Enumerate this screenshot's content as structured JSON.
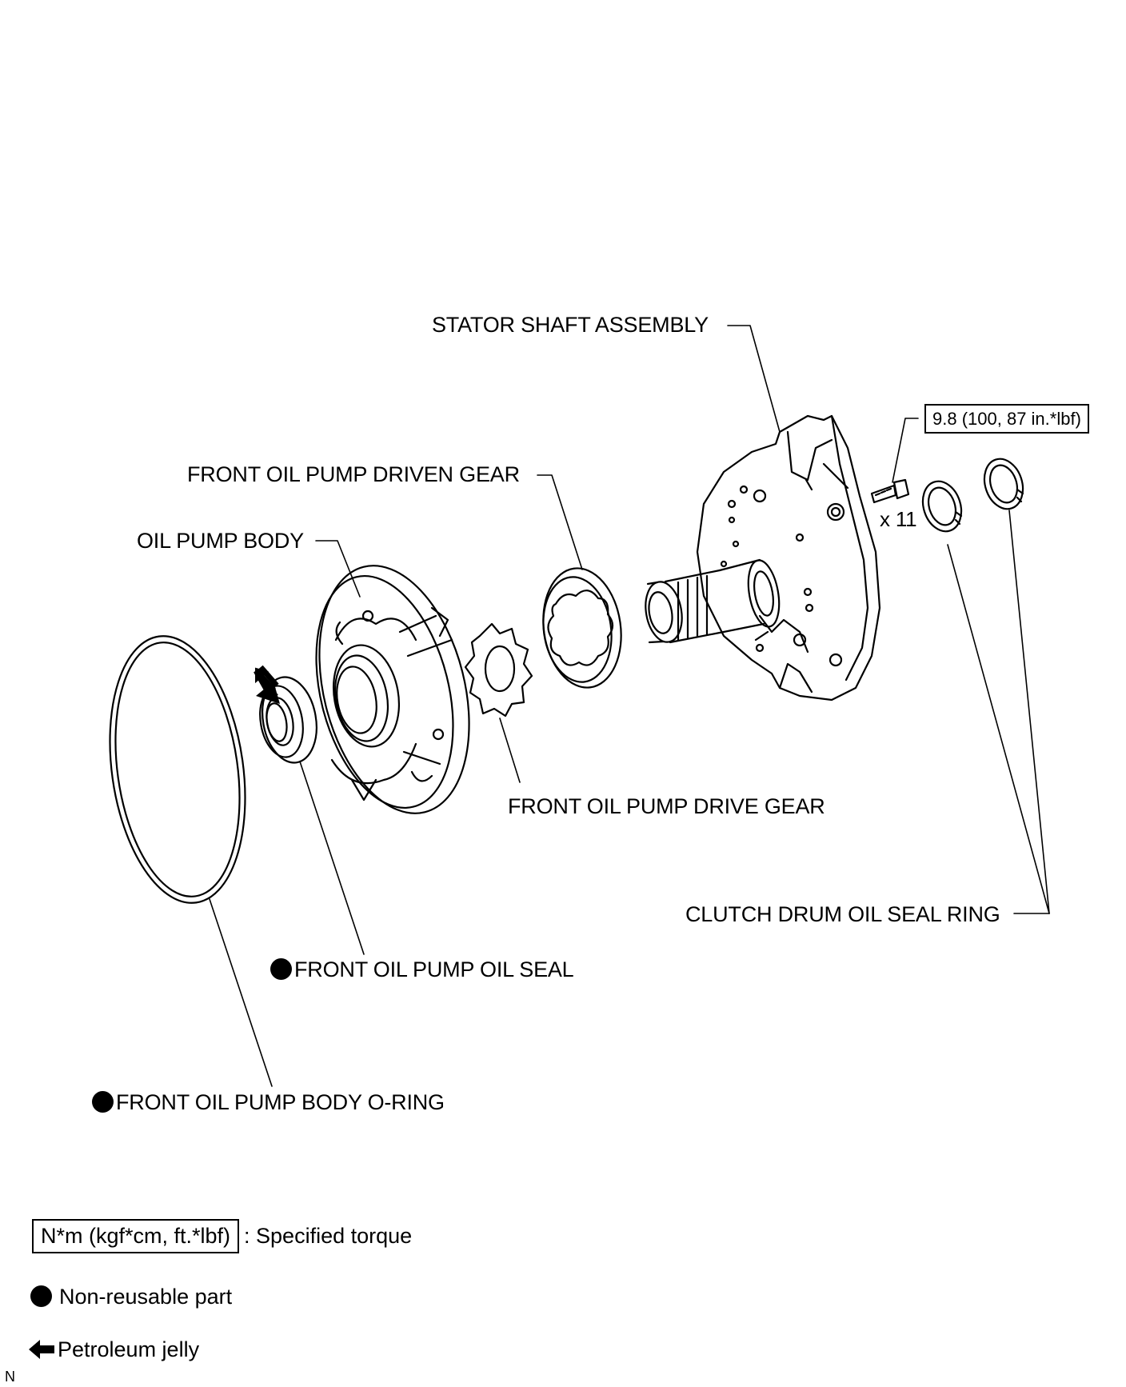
{
  "labels": {
    "stator_shaft_assembly": "STATOR SHAFT ASSEMBLY",
    "front_oil_pump_driven_gear": "FRONT OIL PUMP DRIVEN GEAR",
    "oil_pump_body": "OIL PUMP BODY",
    "front_oil_pump_drive_gear": "FRONT OIL PUMP DRIVE GEAR",
    "clutch_drum_oil_seal_ring": "CLUTCH DRUM OIL SEAL RING",
    "front_oil_pump_oil_seal": "FRONT OIL PUMP OIL SEAL",
    "front_oil_pump_body_o_ring": "FRONT OIL PUMP BODY O-RING"
  },
  "torque_spec": "9.8 (100, 87 in.*lbf)",
  "bolt_quantity": "x 11",
  "legend": {
    "torque_box": "N*m (kgf*cm, ft.*lbf)",
    "torque_desc": ": Specified torque",
    "non_reusable": "Non-reusable part",
    "petroleum_jelly": "Petroleum jelly"
  },
  "corner_mark": "N"
}
